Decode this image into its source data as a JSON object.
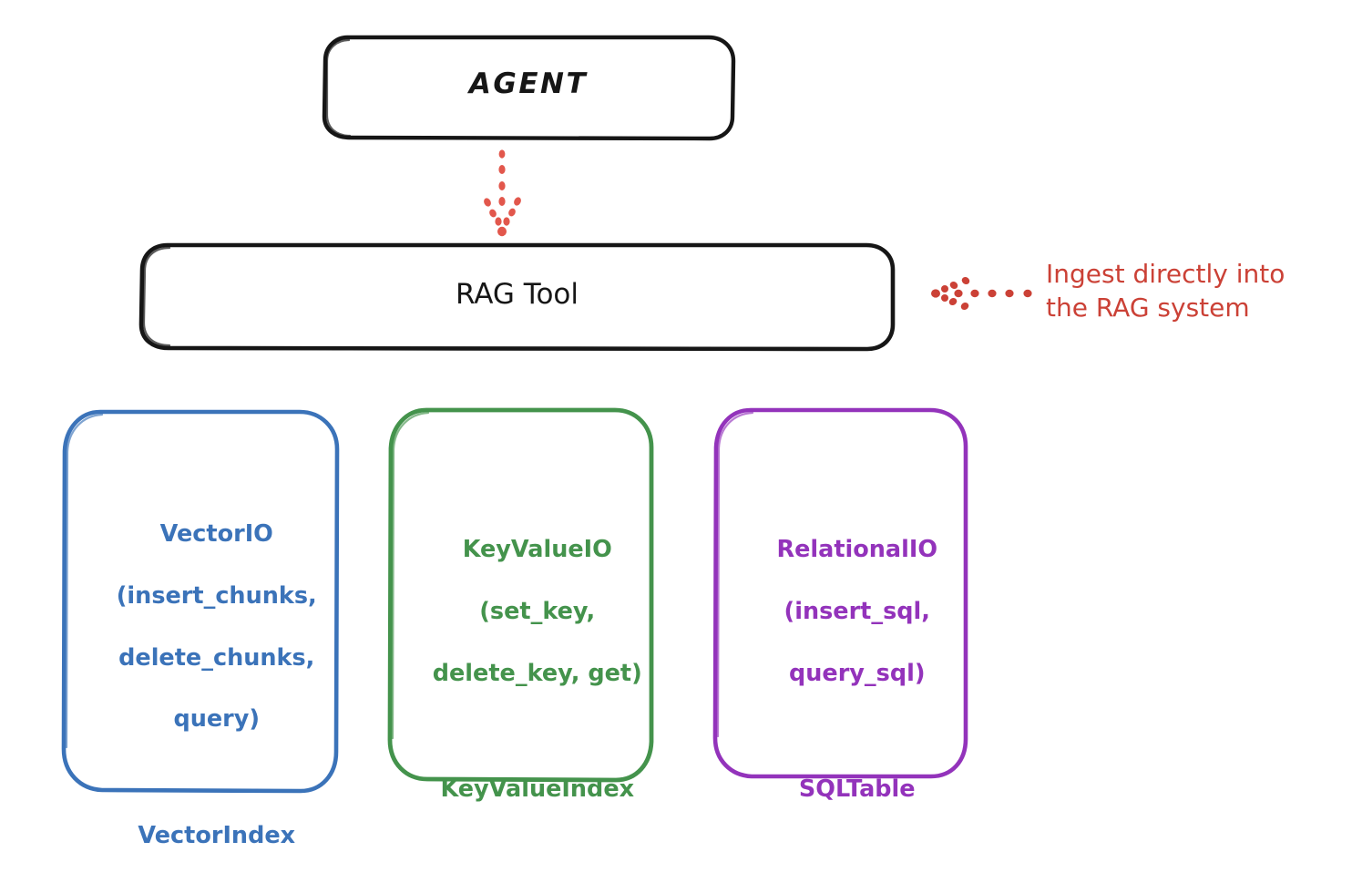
{
  "diagram": {
    "title": "RAG Tool architecture diagram",
    "background": "#ffffff",
    "nodes": {
      "agent": {
        "label": "AGENT",
        "stroke": "#161616",
        "shape": "rounded-rectangle"
      },
      "rag_tool": {
        "label": "RAG Tool",
        "stroke": "#161616",
        "shape": "rounded-rectangle"
      },
      "vector_store": {
        "line1": "VectorIO",
        "line2": "(insert_chunks,",
        "line3": "delete_chunks,",
        "line4": "query)",
        "line5": "VectorIndex",
        "stroke": "#3b73b9",
        "shape": "rounded-rectangle"
      },
      "keyvalue_store": {
        "line1": "KeyValueIO",
        "line2": "(set_key,",
        "line3": "delete_key, get)",
        "line4": "KeyValueIndex",
        "stroke": "#44934c",
        "shape": "rounded-rectangle"
      },
      "relational_store": {
        "line1": "RelationalIO",
        "line2": "(insert_sql,",
        "line3": "query_sql)",
        "line4": "SQLTable",
        "stroke": "#9333bb",
        "shape": "rounded-rectangle"
      }
    },
    "edges": {
      "agent_to_rag": {
        "style": "dotted",
        "color": "#e2574c",
        "direction": "down",
        "label": ""
      },
      "ingest_arrow": {
        "style": "dotted",
        "color": "#cb4136",
        "direction": "left",
        "label": "Ingest directly into\nthe RAG system"
      }
    }
  }
}
